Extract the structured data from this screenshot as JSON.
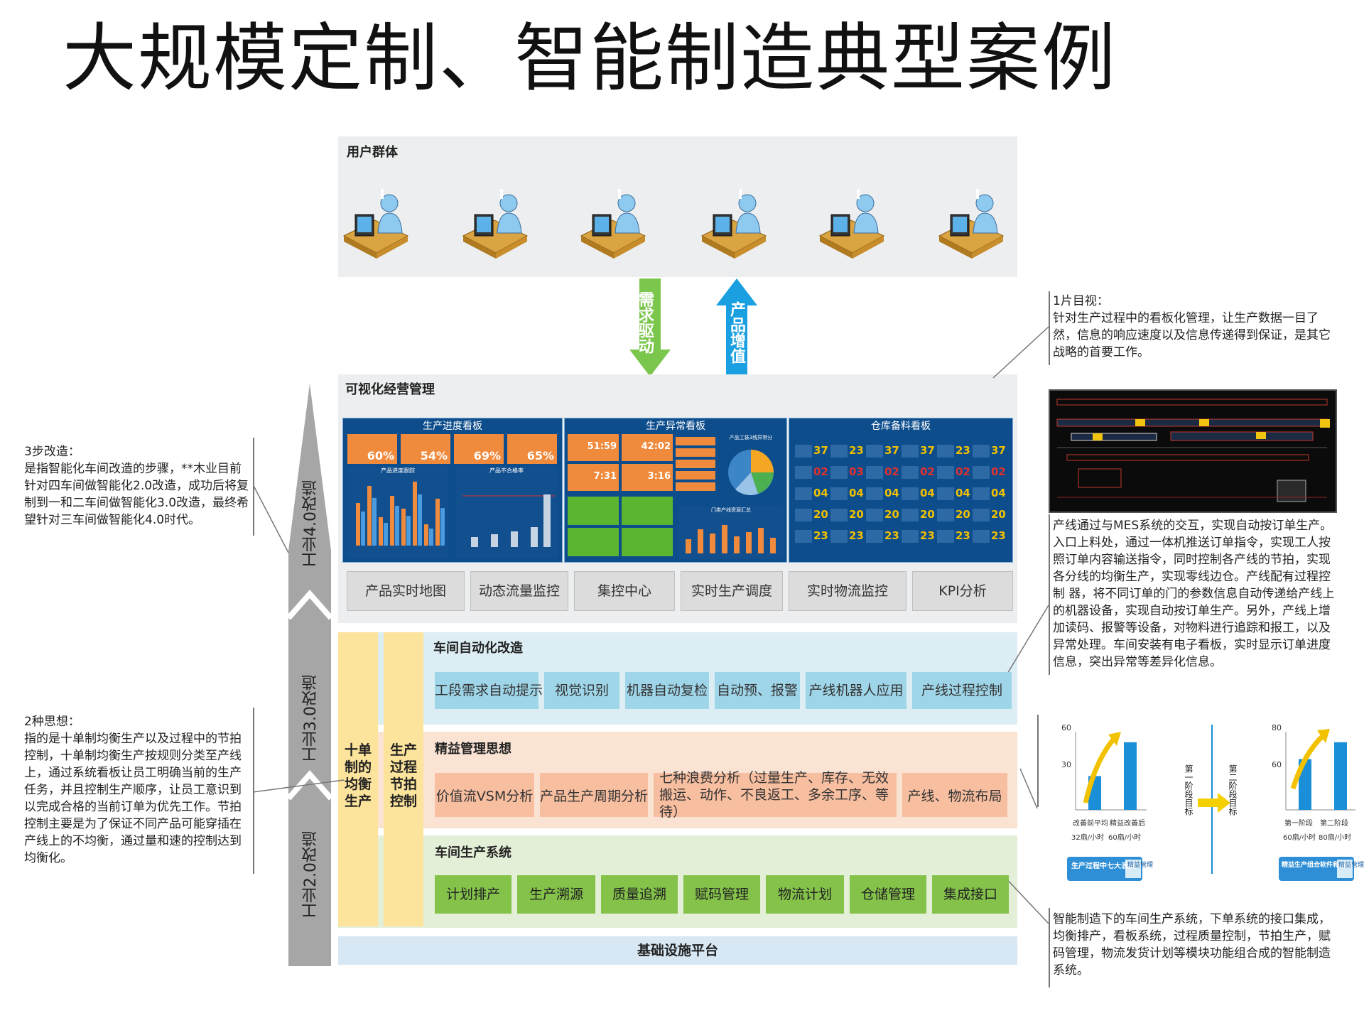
{
  "title": "大规模定制、智能制造典型案例",
  "users_section": {
    "label": "用户群体",
    "user_count": 6
  },
  "flow": {
    "demand": "需求驱动",
    "value": "产品增值"
  },
  "viz_section": {
    "label": "可视化经营管理",
    "dashboards": [
      {
        "title": "生产进度看板",
        "kpis": [
          "60%",
          "54%",
          "69%",
          "65%"
        ],
        "sub_titles": [
          "产品进度跟踪",
          "产品不合格率"
        ]
      },
      {
        "title": "生产异常看板",
        "timers": [
          "51:59",
          "42:02",
          "7:31",
          "3:16"
        ],
        "sub_titles": [
          "产品工装3线异常分",
          "门类产线资源汇总"
        ]
      },
      {
        "title": "仓库备料看板",
        "numbers": [
          "37",
          "23",
          "37",
          "37",
          "23",
          "37",
          "02",
          "03",
          "02",
          "02",
          "02",
          "02",
          "04",
          "04",
          "04",
          "04",
          "04",
          "04",
          "20",
          "20",
          "20",
          "20",
          "20",
          "20",
          "23",
          "23",
          "23",
          "23",
          "23",
          "23"
        ]
      }
    ],
    "tabs": [
      "产品实时地图",
      "动态流量监控",
      "集控中心",
      "实时生产调度",
      "实时物流监控",
      "KPI分析"
    ]
  },
  "pillars": {
    "left": "十单制的均衡生产",
    "right": "生产过程节拍控制"
  },
  "automation": {
    "label": "车间自动化改造",
    "items": [
      "工段需求自动提示",
      "视觉识别",
      "机器自动复检",
      "自动预、报警",
      "产线机器人应用",
      "产线过程控制"
    ]
  },
  "lean": {
    "label": "精益管理思想",
    "items": [
      "价值流VSM分析",
      "产品生产周期分析",
      "七种浪费分析（过量生产、库存、无效搬运、动作、不良返工、多余工序、等待）",
      "产线、物流布局"
    ]
  },
  "production": {
    "label": "车间生产系统",
    "items": [
      "计划排产",
      "生产溯源",
      "质量追溯",
      "赋码管理",
      "物流计划",
      "仓储管理",
      "集成接口"
    ]
  },
  "base_platform": "基础设施平台",
  "stages": [
    "工业4.0改造",
    "工业3.0改造",
    "工业2.0改造"
  ],
  "notes": {
    "left_top": "3步改造：\n是指智能化车间改造的步骤，**木业目前针对四车间做智能化2.0改造，成功后将复制到一和二车间做智能化3.0改造，最终希望针对三车间做智能化4.0时代。",
    "left_bottom": "2种思想：\n指的是十单制均衡生产以及过程中的节拍控制，十单制均衡生产按规则分类至产线上，通过系统看板让员工明确当前的生产任务，并且控制生产顺序，让员工意识到以完成合格的当前订单为优先工作。节拍控制主要是为了保证不同产品可能穿插在产线上的不均衡，通过量和速的控制达到均衡化。",
    "right_top": "1片目视：\n针对生产过程中的看板化管理，让生产数据一目了然，信息的响应速度以及信息传递得到保证，是其它战略的首要工作。",
    "right_mid": "产线通过与MES系统的交互，实现自动按订单生产。入口上料处，通过一体机推送订单指令，实现工人按照订单内容输送指令，同时控制各产线的节拍，实现各分线的均衡生产，实现零线边仓。产线配有过程控制 器，将不同订单的门的参数信息自动传递给产线上的机器设备，实现自动按订单生产。另外，产线上增加读码、报警等设备，对物料进行追踪和报工，以及异常处理。车间安装有电子看板，实时显示订单进度信息，突出异常等差异化信息。",
    "right_bottom": "智能制造下的车间生产系统，下单系统的接口集成，均衡排产，看板系统，过程质量控制，节拍生产，赋码管理，物流发货计划等模块功能组合成的智能制造系统。"
  },
  "mini_charts": {
    "stage1_label": "第一阶段目标",
    "stage2_label": "第二阶段目标",
    "left": {
      "yticks": [
        "60",
        "30"
      ],
      "categories": [
        "改善前平均",
        "精益改善后"
      ],
      "values": [
        30,
        60
      ],
      "units": [
        "32扇/小时",
        "60扇/小时"
      ],
      "badge": "生产过程中七大浪费",
      "badge2": "精益管理"
    },
    "right": {
      "yticks": [
        "80",
        "60"
      ],
      "categories": [
        "第一阶段",
        "第二阶段"
      ],
      "values": [
        60,
        80
      ],
      "units": [
        "60扇/小时",
        "80扇/小时"
      ],
      "badge": "精益生产组合软件和自控",
      "badge2": "精益管理"
    }
  },
  "colors": {
    "green_arrow": "#7bc74d",
    "blue_arrow": "#1aa0e0",
    "stage_arrow": "#a6a6a6"
  }
}
